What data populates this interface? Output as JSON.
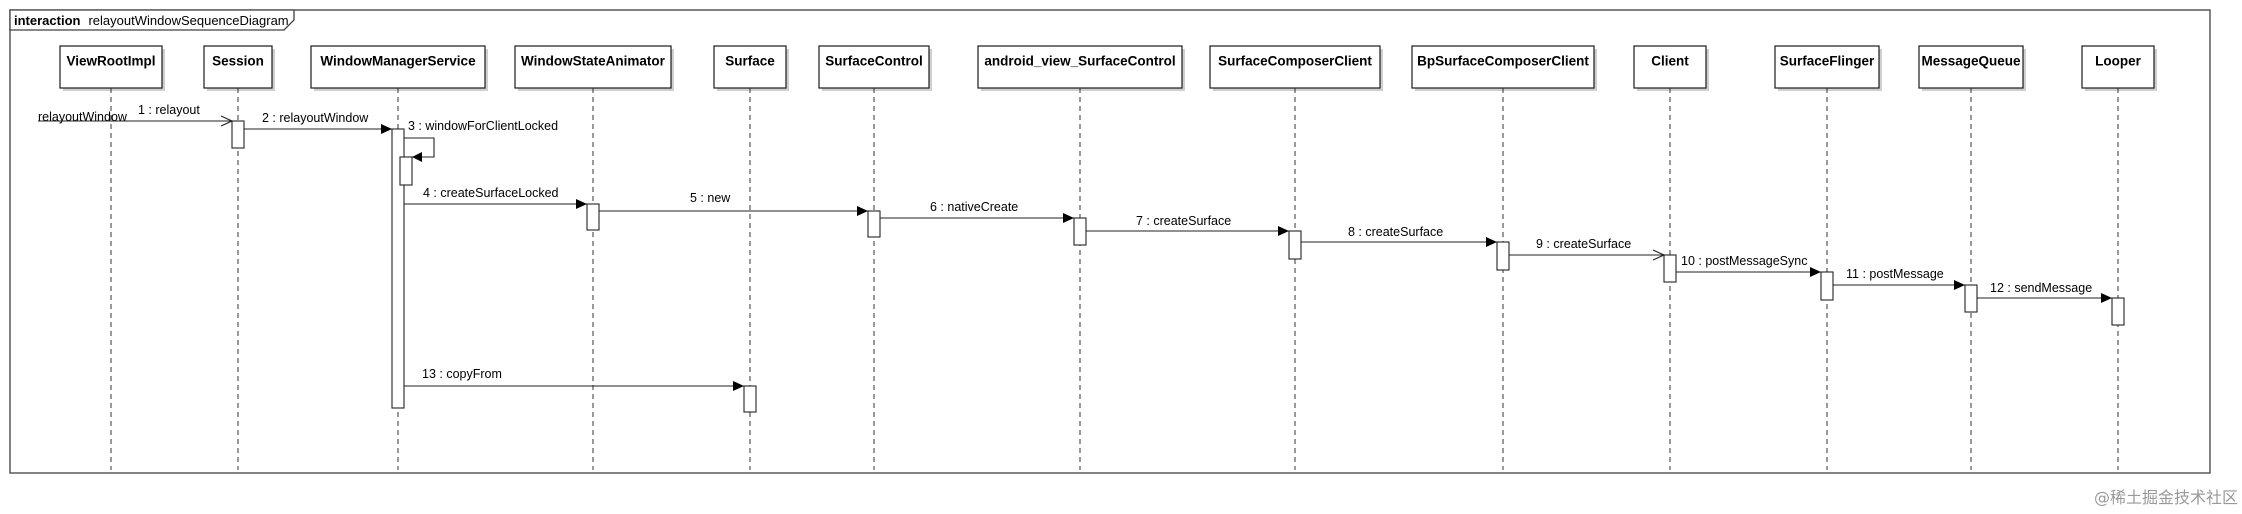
{
  "frame": {
    "keyword": "interaction",
    "name": "relayoutWindowSequenceDiagram"
  },
  "lifelines": [
    {
      "id": "viewrootimpl",
      "label": "ViewRootImpl"
    },
    {
      "id": "session",
      "label": "Session"
    },
    {
      "id": "windowmanagerservice",
      "label": "WindowManagerService"
    },
    {
      "id": "windowstateanimator",
      "label": "WindowStateAnimator"
    },
    {
      "id": "surface",
      "label": "Surface"
    },
    {
      "id": "surfacecontrol",
      "label": "SurfaceControl"
    },
    {
      "id": "android-view-surfacecontrol",
      "label": "android_view_SurfaceControl"
    },
    {
      "id": "surfacecomposerclient",
      "label": "SurfaceComposerClient"
    },
    {
      "id": "bpsurfacecomposerclient",
      "label": "BpSurfaceComposerClient"
    },
    {
      "id": "client",
      "label": "Client"
    },
    {
      "id": "surfaceflinger",
      "label": "SurfaceFlinger"
    },
    {
      "id": "messagequeue",
      "label": "MessageQueue"
    },
    {
      "id": "looper",
      "label": "Looper"
    }
  ],
  "found_message": {
    "label": "relayoutWindow"
  },
  "messages": [
    {
      "label": "1 : relayout",
      "from": 0,
      "to": 1,
      "arrow": "open"
    },
    {
      "label": "2 : relayoutWindow",
      "from": 1,
      "to": 2,
      "arrow": "filled"
    },
    {
      "label": "3 : windowForClientLocked",
      "from": 2,
      "to": 2,
      "arrow": "filled",
      "self": true
    },
    {
      "label": "4 : createSurfaceLocked",
      "from": 2,
      "to": 3,
      "arrow": "filled"
    },
    {
      "label": "5 : new",
      "from": 3,
      "to": 5,
      "arrow": "filled"
    },
    {
      "label": "6 : nativeCreate",
      "from": 5,
      "to": 6,
      "arrow": "filled"
    },
    {
      "label": "7 : createSurface",
      "from": 6,
      "to": 7,
      "arrow": "filled"
    },
    {
      "label": "8 : createSurface",
      "from": 7,
      "to": 8,
      "arrow": "filled"
    },
    {
      "label": "9 : createSurface",
      "from": 8,
      "to": 9,
      "arrow": "open"
    },
    {
      "label": "10 : postMessageSync",
      "from": 9,
      "to": 10,
      "arrow": "filled"
    },
    {
      "label": "11 : postMessage",
      "from": 10,
      "to": 11,
      "arrow": "filled"
    },
    {
      "label": "12 : sendMessage",
      "from": 11,
      "to": 12,
      "arrow": "filled"
    },
    {
      "label": "13 : copyFrom",
      "from": 2,
      "to": 4,
      "arrow": "filled"
    }
  ],
  "watermark": "@稀土掘金技术社区"
}
